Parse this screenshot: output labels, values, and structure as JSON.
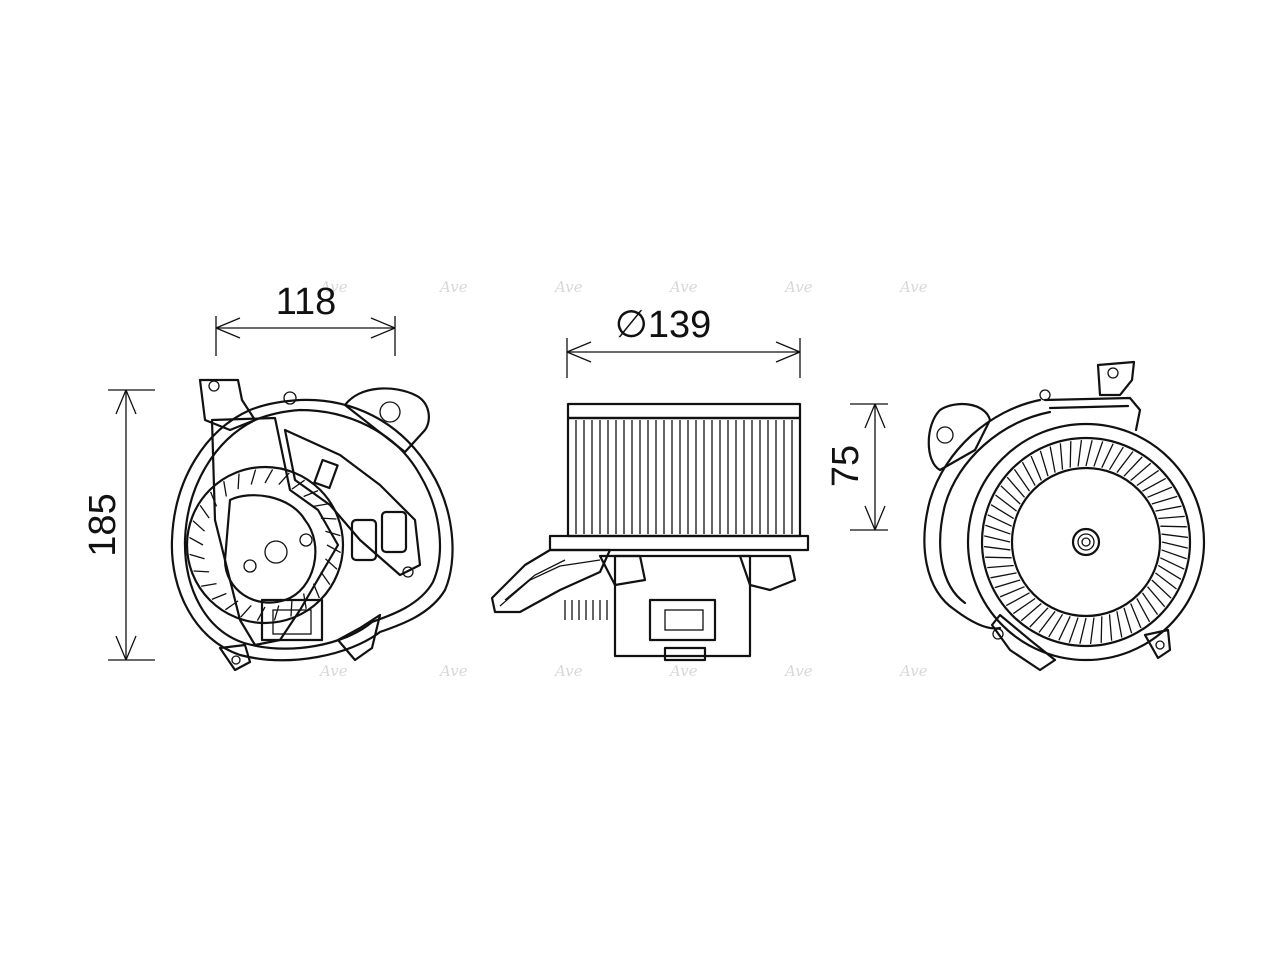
{
  "dimensions": {
    "width_front": "118",
    "height_front": "185",
    "diameter_side": "∅139",
    "height_side": "75"
  },
  "views": [
    "front-view",
    "side-view",
    "rear-view"
  ],
  "colors": {
    "line": "#111111",
    "background": "#ffffff",
    "watermark": "#d8d8d8"
  }
}
